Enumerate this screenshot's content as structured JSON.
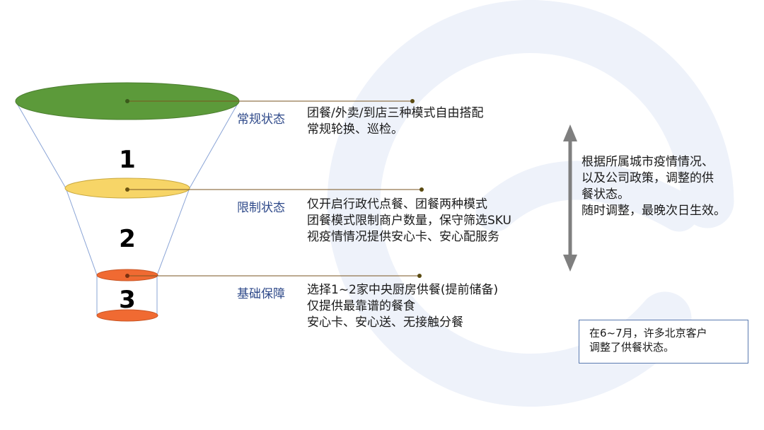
{
  "levels": [
    {
      "number": "1",
      "label": "常规状态",
      "lines": [
        "团餐/外卖/到店三种模式自由搭配",
        "常规轮换、巡检。"
      ],
      "color": "#5c9a3a"
    },
    {
      "number": "2",
      "label": "限制状态",
      "lines": [
        "仅开启行政代点餐、团餐两种模式",
        "团餐模式限制商户数量，保守筛选SKU",
        "视疫情情况提供安心卡、安心配服务"
      ],
      "color": "#f7d567"
    },
    {
      "number": "3",
      "label": "基础保障",
      "lines": [
        "选择1~2家中央厨房供餐(提前储备)",
        "仅提供最靠谱的餐食",
        "安心卡、安心送、无接触分餐"
      ],
      "color": "#f06a32"
    }
  ],
  "right_note": {
    "lines": [
      "根据所属城市疫情情况、",
      "以及公司政策，调整的供",
      "餐状态。",
      "随时调整，最晚次日生效。"
    ]
  },
  "box_note": {
    "lines": [
      "在6~7月，许多北京客户",
      "调整了供餐状态。"
    ]
  },
  "colors": {
    "label_text": "#2f4a8a",
    "connector": "#7a5520",
    "arrow": "#7f7f7f",
    "funnel_line": "#8aa4d6",
    "watermark": "#eef2fa"
  }
}
